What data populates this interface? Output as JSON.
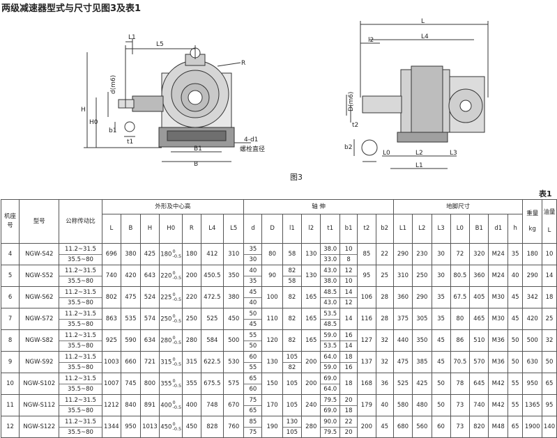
{
  "doc_title": "两级减速器型式与尺寸见图3及表1",
  "figure_caption": "图3",
  "table_caption": "表1",
  "left_view_labels": {
    "L1": "L1",
    "L5": "L5",
    "R": "R",
    "H": "H",
    "H0": "H0",
    "d": "d(m6)",
    "b1": "b1",
    "t1": "t1",
    "B1": "B1",
    "B": "B",
    "bolt": "4-d1",
    "bolt_note": "螺栓直径"
  },
  "right_view_labels": {
    "L": "L",
    "L4": "L4",
    "l2": "l2",
    "D": "D(m6)",
    "t2": "t2",
    "b2": "b2",
    "L0": "L0",
    "L2": "L2",
    "L3": "L3",
    "L1": "L1"
  },
  "headers": {
    "machine_no": "机座号",
    "model": "型号",
    "ratio": "公称传动比",
    "group_outline": "外形及中心高",
    "group_shaft": "轴 伸",
    "group_foot": "地脚尺寸",
    "weight": "重量",
    "weight_unit": "kg",
    "oil": "油量",
    "oil_unit": "L",
    "cols": [
      "L",
      "B",
      "H",
      "H0",
      "R",
      "L4",
      "L5",
      "d",
      "D",
      "l1",
      "l2",
      "t1",
      "b1",
      "t2",
      "b2",
      "L1",
      "L2",
      "L3",
      "L0",
      "B1",
      "d1",
      "h"
    ]
  },
  "rows": [
    {
      "no": "4",
      "model": "NGW-S42",
      "ratio": [
        "11.2~31.5",
        "35.5~80"
      ],
      "L": "696",
      "B": "380",
      "H": "425",
      "H0": "180",
      "H0_tol": [
        "0",
        "-0.5"
      ],
      "R": "180",
      "L4": "412",
      "L5": "310",
      "d": [
        "35",
        "30"
      ],
      "D": "80",
      "l1": [
        "58"
      ],
      "l2": "130",
      "t1": [
        "38.0",
        "33.0"
      ],
      "b1": [
        "10",
        "8"
      ],
      "t2": "85",
      "b2": "22",
      "L1": "290",
      "L2": "230",
      "L3": "30",
      "L0": "72",
      "B1": "320",
      "d1": "M24",
      "h": "35",
      "weight": "180",
      "oil": "10"
    },
    {
      "no": "5",
      "model": "NGW-S52",
      "ratio": [
        "11.2~31.5",
        "35.5~80"
      ],
      "L": "740",
      "B": "420",
      "H": "643",
      "H0": "220",
      "H0_tol": [
        "0",
        "-0.5"
      ],
      "R": "200",
      "L4": "450.5",
      "L5": "350",
      "d": [
        "40",
        "35"
      ],
      "D": "90",
      "l1": [
        "82",
        "58"
      ],
      "l2": "130",
      "t1": [
        "43.0",
        "38.0"
      ],
      "b1": [
        "12",
        "10"
      ],
      "t2": "95",
      "b2": "25",
      "L1": "310",
      "L2": "250",
      "L3": "30",
      "L0": "80.5",
      "B1": "360",
      "d1": "M24",
      "h": "40",
      "weight": "290",
      "oil": "14"
    },
    {
      "no": "6",
      "model": "NGW-S62",
      "ratio": [
        "11.2~31.5",
        "35.5~80"
      ],
      "L": "802",
      "B": "475",
      "H": "524",
      "H0": "225",
      "H0_tol": [
        "0",
        "-0.5"
      ],
      "R": "220",
      "L4": "472.5",
      "L5": "380",
      "d": [
        "45",
        "40"
      ],
      "D": "100",
      "l1": [
        "82"
      ],
      "l2": "165",
      "t1": [
        "48.5",
        "43.0"
      ],
      "b1": [
        "14",
        "12"
      ],
      "t2": "106",
      "b2": "28",
      "L1": "360",
      "L2": "290",
      "L3": "35",
      "L0": "67.5",
      "B1": "405",
      "d1": "M30",
      "h": "45",
      "weight": "342",
      "oil": "18"
    },
    {
      "no": "7",
      "model": "NGW-S72",
      "ratio": [
        "11.2~31.5",
        "35.5~80"
      ],
      "L": "863",
      "B": "535",
      "H": "574",
      "H0": "250",
      "H0_tol": [
        "0",
        "-0.5"
      ],
      "R": "250",
      "L4": "525",
      "L5": "450",
      "d": [
        "50",
        "45"
      ],
      "D": "110",
      "l1": [
        "82"
      ],
      "l2": "165",
      "t1": [
        "53.5",
        "48.5"
      ],
      "b1": [
        "14"
      ],
      "t2": "116",
      "b2": "28",
      "L1": "375",
      "L2": "305",
      "L3": "35",
      "L0": "80",
      "B1": "465",
      "d1": "M30",
      "h": "45",
      "weight": "420",
      "oil": "25"
    },
    {
      "no": "8",
      "model": "NGW-S82",
      "ratio": [
        "11.2~31.5",
        "35.5~80"
      ],
      "L": "925",
      "B": "590",
      "H": "634",
      "H0": "280",
      "H0_tol": [
        "0",
        "-0.5"
      ],
      "R": "280",
      "L4": "584",
      "L5": "500",
      "d": [
        "55",
        "50"
      ],
      "D": "120",
      "l1": [
        "82"
      ],
      "l2": "165",
      "t1": [
        "59.0",
        "53.5"
      ],
      "b1": [
        "16",
        "14"
      ],
      "t2": "127",
      "b2": "32",
      "L1": "440",
      "L2": "350",
      "L3": "45",
      "L0": "86",
      "B1": "510",
      "d1": "M36",
      "h": "50",
      "weight": "500",
      "oil": "32"
    },
    {
      "no": "9",
      "model": "NGW-S92",
      "ratio": [
        "11.2~31.5",
        "35.5~80"
      ],
      "L": "1003",
      "B": "660",
      "H": "721",
      "H0": "315",
      "H0_tol": [
        "0",
        "-0.5"
      ],
      "R": "315",
      "L4": "622.5",
      "L5": "530",
      "d": [
        "60",
        "55"
      ],
      "D": "130",
      "l1": [
        "105",
        "82"
      ],
      "l2": "200",
      "t1": [
        "64.0",
        "59.0"
      ],
      "b1": [
        "18",
        "16"
      ],
      "t2": "137",
      "b2": "32",
      "L1": "475",
      "L2": "385",
      "L3": "45",
      "L0": "70.5",
      "B1": "570",
      "d1": "M36",
      "h": "50",
      "weight": "630",
      "oil": "50"
    },
    {
      "no": "10",
      "model": "NGW-S102",
      "ratio": [
        "11.2~31.5",
        "35.5~80"
      ],
      "L": "1007",
      "B": "745",
      "H": "800",
      "H0": "355",
      "H0_tol": [
        "0",
        "-0.5"
      ],
      "R": "355",
      "L4": "675.5",
      "L5": "575",
      "d": [
        "65",
        "60"
      ],
      "D": "150",
      "l1": [
        "105"
      ],
      "l2": "200",
      "t1": [
        "69.0",
        "64.0"
      ],
      "b1": [
        "18"
      ],
      "t2": "168",
      "b2": "36",
      "L1": "525",
      "L2": "425",
      "L3": "50",
      "L0": "78",
      "B1": "645",
      "d1": "M42",
      "h": "55",
      "weight": "950",
      "oil": "65"
    },
    {
      "no": "11",
      "model": "NGW-S112",
      "ratio": [
        "11.2~31.5",
        "35.5~80"
      ],
      "L": "1212",
      "B": "840",
      "H": "891",
      "H0": "400",
      "H0_tol": [
        "0",
        "-0.5"
      ],
      "R": "400",
      "L4": "748",
      "L5": "670",
      "d": [
        "75",
        "65"
      ],
      "D": "170",
      "l1": [
        "105"
      ],
      "l2": "240",
      "t1": [
        "79.5",
        "69.0"
      ],
      "b1": [
        "20",
        "18"
      ],
      "t2": "179",
      "b2": "40",
      "L1": "580",
      "L2": "480",
      "L3": "50",
      "L0": "73",
      "B1": "740",
      "d1": "M42",
      "h": "55",
      "weight": "1365",
      "oil": "95"
    },
    {
      "no": "12",
      "model": "NGW-S122",
      "ratio": [
        "11.2~31.5",
        "35.5~80"
      ],
      "L": "1344",
      "B": "950",
      "H": "1013",
      "H0": "450",
      "H0_tol": [
        "0",
        "-0.5"
      ],
      "R": "450",
      "L4": "828",
      "L5": "760",
      "d": [
        "85",
        "75"
      ],
      "D": "190",
      "l1": [
        "130",
        "105"
      ],
      "l2": "280",
      "t1": [
        "90.0",
        "79.5"
      ],
      "b1": [
        "22",
        "20"
      ],
      "t2": "200",
      "b2": "45",
      "L1": "680",
      "L2": "560",
      "L3": "60",
      "L0": "73",
      "B1": "820",
      "d1": "M48",
      "h": "65",
      "weight": "1900",
      "oil": "140"
    }
  ]
}
